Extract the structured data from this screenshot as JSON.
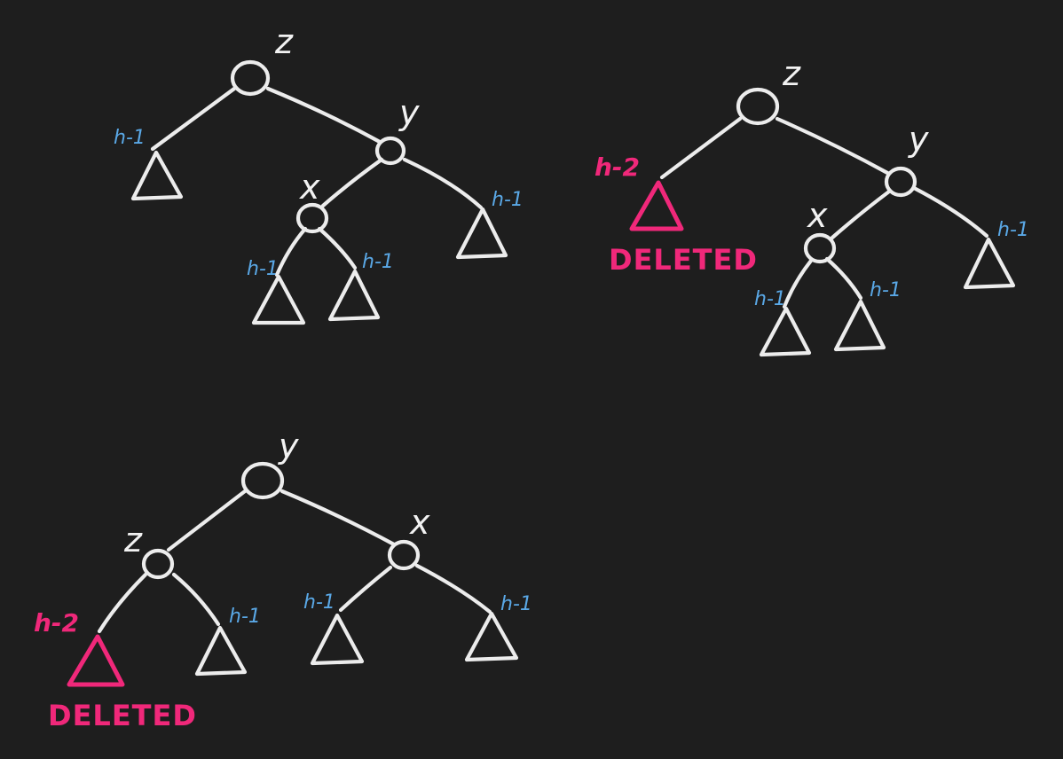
{
  "colors": {
    "background": "#1e1e1e",
    "stroke": "#ececec",
    "height_label": "#5aa8e6",
    "deleted": "#f0287a"
  },
  "trees": [
    {
      "nodes": [
        {
          "label": "z"
        },
        {
          "label": "y"
        },
        {
          "label": "x"
        }
      ],
      "subtrees": [
        {
          "height_label": "h-1",
          "deleted": false
        },
        {
          "height_label": "h-1",
          "deleted": false
        },
        {
          "height_label": "h-1",
          "deleted": false
        },
        {
          "height_label": "h-1",
          "deleted": false
        }
      ]
    },
    {
      "nodes": [
        {
          "label": "z"
        },
        {
          "label": "y"
        },
        {
          "label": "x"
        }
      ],
      "subtrees": [
        {
          "height_label": "h-2",
          "deleted": true,
          "deleted_label": "DELETED"
        },
        {
          "height_label": "h-1",
          "deleted": false
        },
        {
          "height_label": "h-1",
          "deleted": false
        },
        {
          "height_label": "h-1",
          "deleted": false
        }
      ]
    },
    {
      "nodes": [
        {
          "label": "y"
        },
        {
          "label": "z"
        },
        {
          "label": "x"
        }
      ],
      "subtrees": [
        {
          "height_label": "h-2",
          "deleted": true,
          "deleted_label": "DELETED"
        },
        {
          "height_label": "h-1",
          "deleted": false
        },
        {
          "height_label": "h-1",
          "deleted": false
        },
        {
          "height_label": "h-1",
          "deleted": false
        }
      ]
    }
  ]
}
